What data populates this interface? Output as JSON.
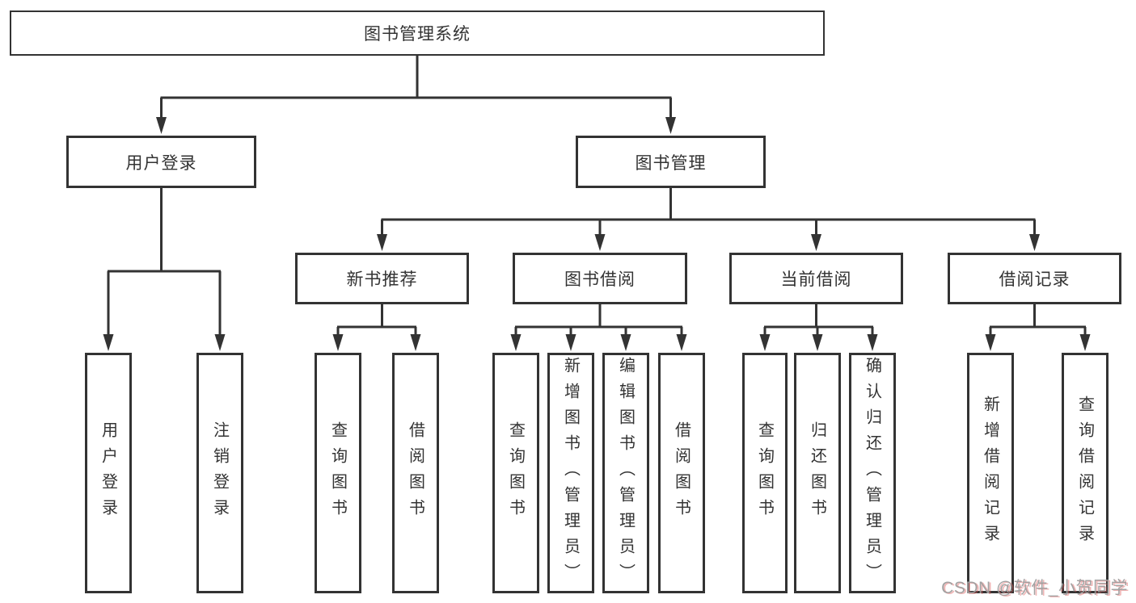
{
  "diagram": {
    "tree": {
      "id": "library-management-system",
      "label": "图书管理系统",
      "children": [
        {
          "id": "user-login",
          "label": "用户登录",
          "children": [
            {
              "id": "user-login-action",
              "label": "用户登录"
            },
            {
              "id": "logout-action",
              "label": "注销登录"
            }
          ]
        },
        {
          "id": "book-management",
          "label": "图书管理",
          "children": [
            {
              "id": "new-book-recommendation",
              "label": "新书推荐",
              "children": [
                {
                  "id": "query-books",
                  "label": "查询图书"
                },
                {
                  "id": "borrow-books",
                  "label": "借阅图书"
                }
              ]
            },
            {
              "id": "book-borrowing",
              "label": "图书借阅",
              "children": [
                {
                  "id": "query-books",
                  "label": "查询图书"
                },
                {
                  "id": "add-books-admin",
                  "label": "新增图书（管理员）"
                },
                {
                  "id": "edit-books-admin",
                  "label": "编辑图书（管理员）"
                },
                {
                  "id": "borrow-books",
                  "label": "借阅图书"
                }
              ]
            },
            {
              "id": "current-borrowing",
              "label": "当前借阅",
              "children": [
                {
                  "id": "query-books",
                  "label": "查询图书"
                },
                {
                  "id": "return-books",
                  "label": "归还图书"
                },
                {
                  "id": "confirm-return-admin",
                  "label": "确认归还（管理员）"
                }
              ]
            },
            {
              "id": "borrowing-records",
              "label": "借阅记录",
              "children": [
                {
                  "id": "add-borrowing-record",
                  "label": "新增借阅记录"
                },
                {
                  "id": "query-borrowing-record",
                  "label": "查询借阅记录"
                }
              ]
            }
          ]
        }
      ]
    }
  },
  "watermark": {
    "text": "CSDN @软件_小贺同学"
  },
  "colors": {
    "line": "#333333",
    "box_border": "#333333",
    "text": "#333333",
    "background": "#ffffff",
    "watermark_gray": "#9e9e9e",
    "watermark_red": "#dd5a5a"
  }
}
